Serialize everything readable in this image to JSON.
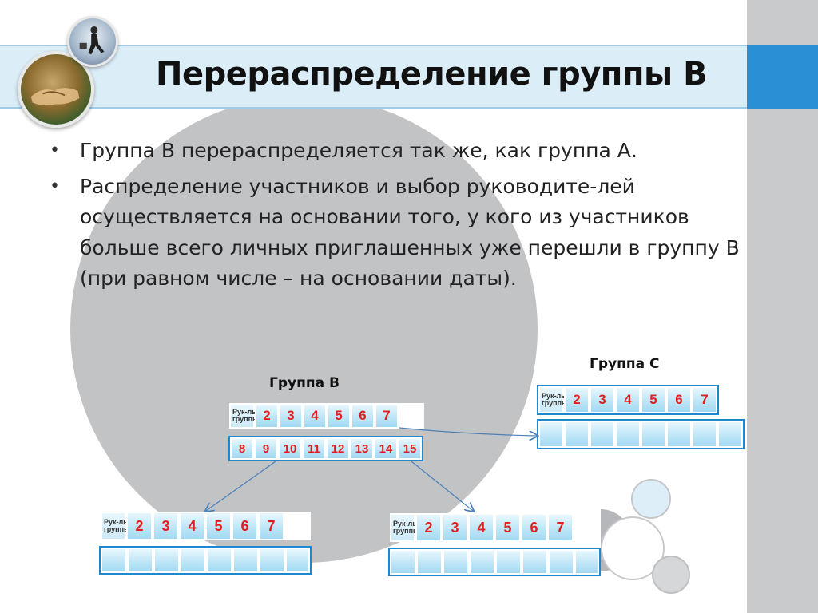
{
  "title": "Перераспределение группы В",
  "bullets": [
    "Группа В перераспределяется так же, как группа А.",
    "Распределение участников и выбор руководите-лей осуществляется на основании того, у кого из участников больше всего личных приглашенных уже перешли в группу В (при равном числе – на основании даты)."
  ],
  "group_b": {
    "label": "Группа В",
    "leader_cell": "Рук-ль группы",
    "row1": [
      "2",
      "3",
      "4",
      "5",
      "6",
      "7"
    ],
    "row2": [
      "8",
      "9",
      "10",
      "11",
      "12",
      "13",
      "14",
      "15"
    ]
  },
  "group_c": {
    "label": "Группа С",
    "leader_cell": "Рук-ль группы",
    "row1": [
      "2",
      "3",
      "4",
      "5",
      "6",
      "7"
    ]
  },
  "sub_left": {
    "leader_cell": "Рук-ль группы",
    "row1": [
      "2",
      "3",
      "4",
      "5",
      "6",
      "7"
    ]
  },
  "sub_mid": {
    "leader_cell": "Рук-ль группы",
    "row1": [
      "2",
      "3",
      "4",
      "5",
      "6",
      "7"
    ]
  },
  "colors": {
    "accent": "#2b8fd6",
    "cell_text": "#e02020",
    "cell_border": "#1e88cf",
    "connector": "#4a7fb8"
  }
}
